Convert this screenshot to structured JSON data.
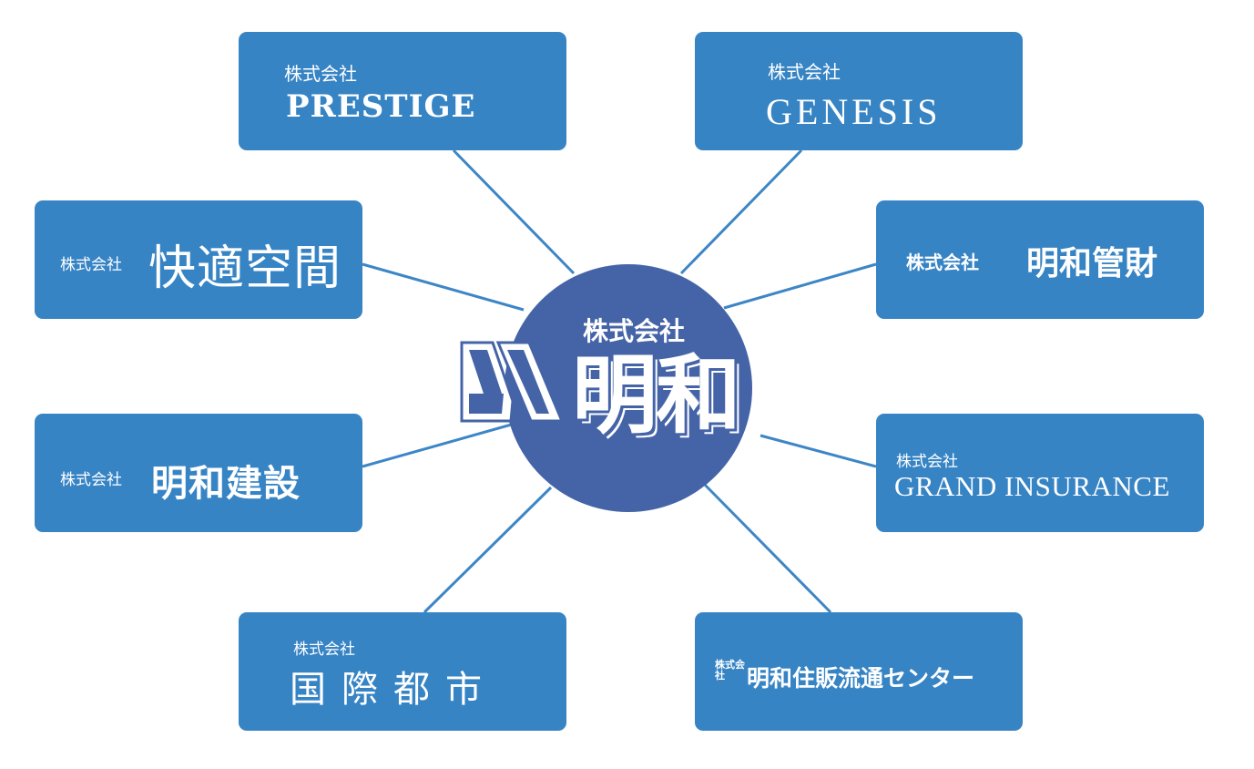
{
  "colors": {
    "box_fill": "#3784c5",
    "hub_fill": "#4564a7",
    "line": "#3d86c6",
    "text": "#ffffff"
  },
  "hub": {
    "corp": "株式会社",
    "name": "明和",
    "logo_icon": "m-shaped-logo-icon"
  },
  "companies": [
    {
      "id": "prestige",
      "corp": "株式会社",
      "name": "PRESTIGE"
    },
    {
      "id": "genesis",
      "corp": "株式会社",
      "name": "GENESIS"
    },
    {
      "id": "kaiteki",
      "corp": "株式会社",
      "name": "快適空間"
    },
    {
      "id": "kanzai",
      "corp": "株式会社",
      "name": "明和管財"
    },
    {
      "id": "kensetsu",
      "corp": "株式会社",
      "name": "明和建設"
    },
    {
      "id": "grand",
      "corp": "株式会社",
      "name": "GRAND INSURANCE"
    },
    {
      "id": "kokusai",
      "corp": "株式会社",
      "name": "国際都市"
    },
    {
      "id": "juhan",
      "corp": "株式会社",
      "name": "明和住販流通センター"
    }
  ]
}
